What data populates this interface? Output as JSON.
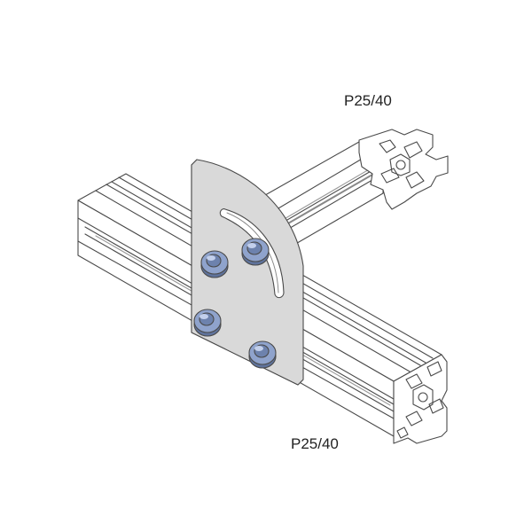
{
  "labels": {
    "top_profile": "P25/40",
    "bottom_profile": "P25/40"
  },
  "colors": {
    "background": "#ffffff",
    "outline": "#4a4a4a",
    "extrusion_face": "#ffffff",
    "extrusion_shade": "#ececec",
    "plate_fill": "#d9d9d9",
    "plate_edge": "#b5b5b5",
    "bolt_fill": "#8fa3cc",
    "bolt_highlight": "#c3d0ec",
    "bolt_shadow": "#5f739c"
  },
  "icons": {
    "extrusion": "aluminium-profile",
    "plate": "angle-mounting-plate",
    "bolt": "socket-head-cap-screw"
  }
}
